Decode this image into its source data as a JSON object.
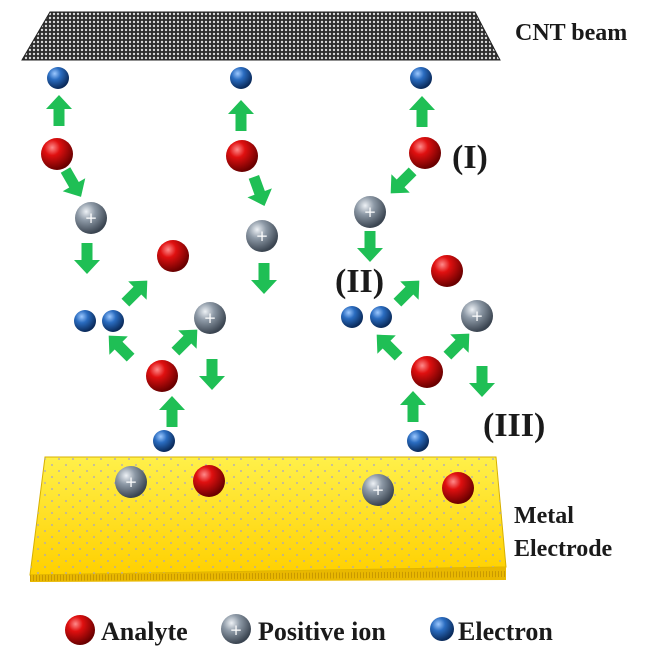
{
  "labels": {
    "cnt_beam": "CNT beam",
    "electrode_line1": "Metal",
    "electrode_line2": "Electrode",
    "step_1": "(I)",
    "step_2": "(II)",
    "step_3": "(III)"
  },
  "legend": {
    "analyte": "Analyte",
    "positive_ion": "Positive ion",
    "electron": "Electron"
  },
  "particle_symbols": {
    "positive_ion": "+"
  },
  "colors": {
    "analyte": "#cc0000",
    "positive_ion": "#7a8694",
    "electron": "#1f5fa8",
    "arrow": "#1fbf55",
    "electrode": "#ffe11a",
    "cnt_beam": "#3a3a3a"
  },
  "icons": {
    "arrow": "green-arrow-icon",
    "analyte": "red-sphere-icon",
    "positive_ion": "gray-sphere-plus-icon",
    "electron": "blue-sphere-icon"
  }
}
